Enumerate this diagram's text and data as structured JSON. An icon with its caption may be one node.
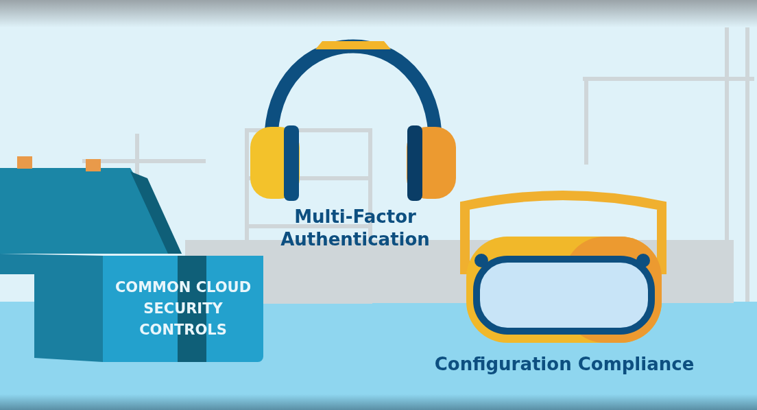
{
  "diagram": {
    "nodes": [
      {
        "text": [
          "COMMON CLOUD SECURITY CONTROLS"
        ]
      }
    ],
    "labels": [
      "Multi-Factor Authentication",
      "Configuration Compliance"
    ]
  }
}
